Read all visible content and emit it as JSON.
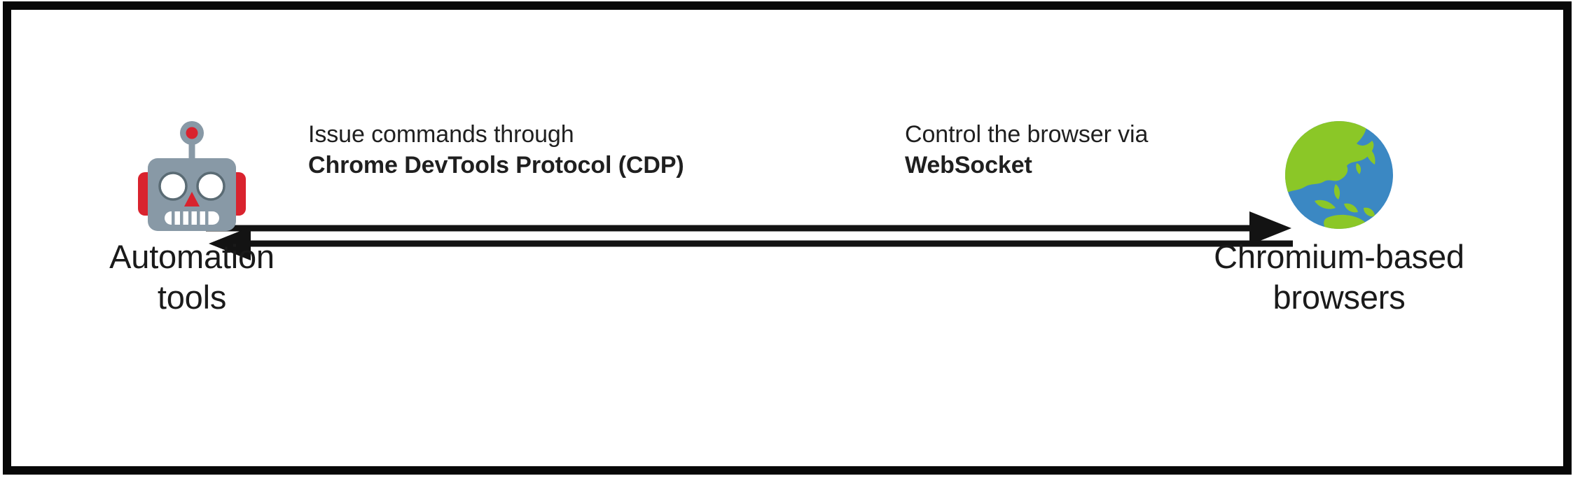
{
  "figure": {
    "kind": "architecture-diagram",
    "title_visible": false,
    "border_color": "#080808",
    "background_color": "#ffffff",
    "text_color": "#1f1f1f"
  },
  "nodes": {
    "left": {
      "icon": "robot-face-icon",
      "caption": "Automation\ntools",
      "caption_line_1": "Automation",
      "caption_line_2": "tools",
      "icon_colors": {
        "head": "#8899a6",
        "ear": "#d9232e",
        "eye": "#ffffff",
        "eye_outline": "#5a6b74",
        "nose": "#d9232e",
        "mouth": "#ffffff",
        "antenna_tip": "#d9232e"
      }
    },
    "right": {
      "icon": "globe-showing-asia-australia-icon",
      "caption": "Chromium-based\nbrowsers",
      "caption_line_1": "Chromium-based",
      "caption_line_2": "browsers",
      "icon_colors": {
        "ocean": "#3b88c3",
        "land": "#8bc727"
      }
    }
  },
  "edges": [
    {
      "id": "outbound",
      "direction": "left-to-right",
      "arrowhead": "right",
      "label_line_1": "Issue commands through",
      "label_line_2": "Chrome DevTools Protocol (CDP)",
      "label_line_2_bold": true
    },
    {
      "id": "inbound",
      "direction": "right-to-left",
      "arrowhead": "left",
      "label_line_1": "Control the browser via",
      "label_line_2": "WebSocket",
      "label_line_2_bold": true
    }
  ]
}
